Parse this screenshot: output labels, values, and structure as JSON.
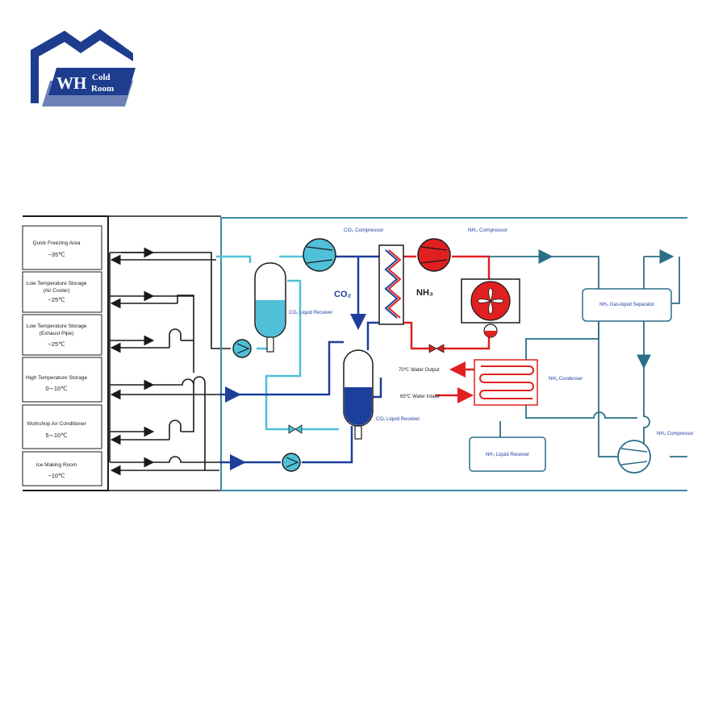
{
  "logo": {
    "mark": "WH",
    "line1": "Cold",
    "line2": "Room",
    "colors": {
      "navy": "#1f3d8f",
      "light": "#ffffff"
    }
  },
  "areas": [
    {
      "name": "Quick Freezing Area",
      "name2": "",
      "temp": "−35℃"
    },
    {
      "name": "Low Temperature Storage",
      "name2": "(Air Cooler)",
      "temp": "−25℃"
    },
    {
      "name": "Low Temperature Storage",
      "name2": "(Exhaust Pipe)",
      "temp": "−25℃"
    },
    {
      "name": "High Temperature Storage",
      "name2": "",
      "temp": "0∼10℃"
    },
    {
      "name": "Workshop Air Conditioner",
      "name2": "",
      "temp": "5∼10℃"
    },
    {
      "name": "Ice Making Room",
      "name2": "",
      "temp": "−10℃"
    }
  ],
  "labels": {
    "co2_compressor": "CO₂ Compressor",
    "nh3_compressor_top": "NH₃ Compressor",
    "co2": "CO₂",
    "nh3": "NH₃",
    "co2_liquid_receiver_1": "CO₂ Liquid Receiver",
    "co2_liquid_receiver_2": "CO₂ Liquid Receiver",
    "nh3_gas_liquid_separator": "NH₃ Gas-liquid Separator",
    "nh3_condenser": "NH₃ Condenser",
    "water_output": "70℃ Water Output",
    "water_intake": "65℃ Water Intake",
    "nh3_liquid_receiver": "NH₃ Liquid Receiver",
    "nh3_compressor_bottom": "NH₃ Compressor"
  },
  "colors": {
    "black": "#1a1a1a",
    "co2_light": "#4fc0d8",
    "co2_dark": "#1d3f9c",
    "nh3_red": "#e02020",
    "nh3_teal": "#2a6f88",
    "frame": "#3c8aa6"
  }
}
